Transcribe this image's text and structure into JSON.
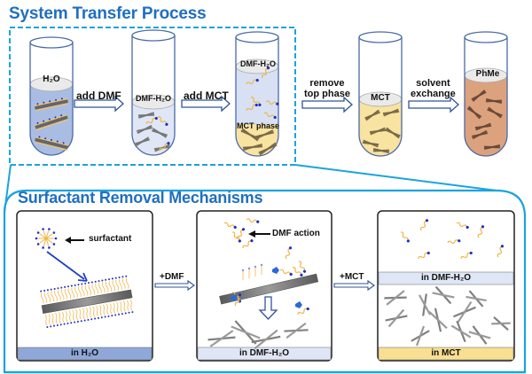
{
  "top_section": {
    "title": "System Transfer Process",
    "tubes": [
      {
        "label": "H₂O",
        "liquid": "#a9bde3"
      },
      {
        "label": "DMF-H₂O",
        "liquid": "#dfe6f5"
      },
      {
        "label_top": "DMF-H₂O",
        "label_bottom": "MCT phase",
        "liquid_top": "#d7e1f3",
        "liquid_bottom": "#f8e3a0"
      },
      {
        "label": "MCT",
        "liquid": "#f8e3a0"
      },
      {
        "label": "PhMe",
        "liquid": "#dca27d"
      }
    ],
    "steps": [
      {
        "label": "add DMF"
      },
      {
        "label": "add MCT"
      },
      {
        "label_line1": "remove",
        "label_line2": "top phase"
      },
      {
        "label_line1": "solvent",
        "label_line2": "exchange"
      }
    ]
  },
  "bottom_section": {
    "title": "Surfactant Removal Mechanisms",
    "panels": [
      {
        "annotation": "surfactant",
        "footer": "in H₂O",
        "footer_color": "#8fa8d9"
      },
      {
        "annotation": "DMF action",
        "footer": "in DMF-H₂O",
        "footer_color": "#dfe6f5"
      },
      {
        "middle_label": "in DMF-H₂O",
        "middle_color": "#dfe6f5",
        "footer": "in MCT",
        "footer_color": "#f8df92"
      }
    ],
    "steps": [
      {
        "label": "+DMF"
      },
      {
        "label": "+MCT"
      }
    ]
  },
  "colors": {
    "accent": "#1aa3e0",
    "title": "#1f6fc0",
    "tube_outline": "#4a6aa8",
    "arrow": "#2f5597",
    "surfactant_tail": "#f0b64a",
    "surfactant_head": "#2030c0",
    "nanotube": "#777777"
  }
}
